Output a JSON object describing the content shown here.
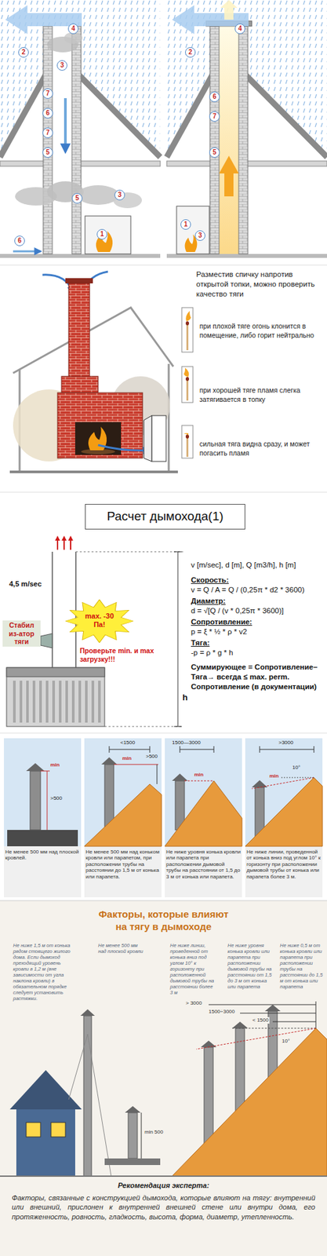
{
  "diagram": {
    "nodes": [
      {
        "text": [
          "Расчет дымохода(1)"
        ]
      },
      {
        "text": [
          "max. -30 Па!"
        ]
      }
    ],
    "labels": [
      "4",
      "2",
      "3",
      "7",
      "6",
      "7",
      "5",
      "5",
      "1",
      "3",
      "6",
      "4",
      "2",
      "6",
      "7",
      "5",
      "1",
      "3",
      "Разместив спичку напротив открытой топки, можно проверить качество тяги",
      "при плохой тяге огонь клонится в помещение, либо горит нейтрально",
      "при хорошей тяге пламя слегка затягивается в топку",
      "сильная тяга видна сразу, и может погасить пламя",
      "4,5 m/sec",
      "Стабил из-атор тяги",
      "Проверьте min. и max загрузку!!!",
      "h",
      "v [m/sec], d [m], Q [m3/h], h [m]",
      "Скорость:",
      "v = Q / A = Q / (0,25π * d2 * 3600)",
      "Диаметр:",
      "d = √[Q / (v * 0,25π * 3600)]",
      "Сопротивление:",
      "p = ξ * ½ * ρ * v2",
      "Тяга:",
      "-p = ρ * g * h",
      "Суммирующее = Сопротивление– Тяга→ всегда ≤ max. perm. Сопротивление (в документации)",
      ">500",
      "min",
      "<1500",
      ">500",
      "min",
      "1500—3000",
      "min",
      ">3000",
      "10°",
      "min",
      "Не менее 500 мм над плоской кровлей.",
      "Не менее 500 мм над коньком кровли или парапетом, при расположении трубы на расстоянии до 1,5 м от конька или парапета.",
      "Не ниже уровня конька кровли или парапета при расположении дымовой трубы на расстоянии от 1,5 до 3 м от конька или парапета.",
      "Не ниже линии, проведенной от конька вниз под углом 10° к горизонту при расположении дымовой трубы от конька или парапета более 3 м.",
      "Факторы, которые влияют на тягу в дымоходе",
      "Не ниже 1,5 м от конька рядом стоящего жилого дома. Если дымоход преходящий уровень кровли в 1,2 м (вне зависимости от угла наклона кровли) в обязательном порядке следует установить растяжки.",
      "Не менее 500 мм над плоской кровли",
      "Не ниже линии, проведенной от конька вниз под углом 10° к горизонту при расположенной дымовой трубы на расстоянии более 3 м",
      "Не ниже уровня конька кровли или парапета при расположении дымовой трубы на расстоянии от 1,5 до 3 м от конька или парапета",
      "Не ниже 0,5 м от конька кровли или парапета при расположении трубы на расстоянии до 1,5 м от конька или парапета",
      "> 3000",
      "1500÷3000",
      "< 1500",
      "10°",
      "min 500",
      "Рекомендация эксперта:",
      "Факторы, связанные с конструкцией дымохода, которые влияют на тягу: внутренний или внешний, прислонен к внутренней внешней стене или внутри дома, его протяженность, ровность, гладкость, высота, форма, диаметр, утепленность."
    ]
  }
}
